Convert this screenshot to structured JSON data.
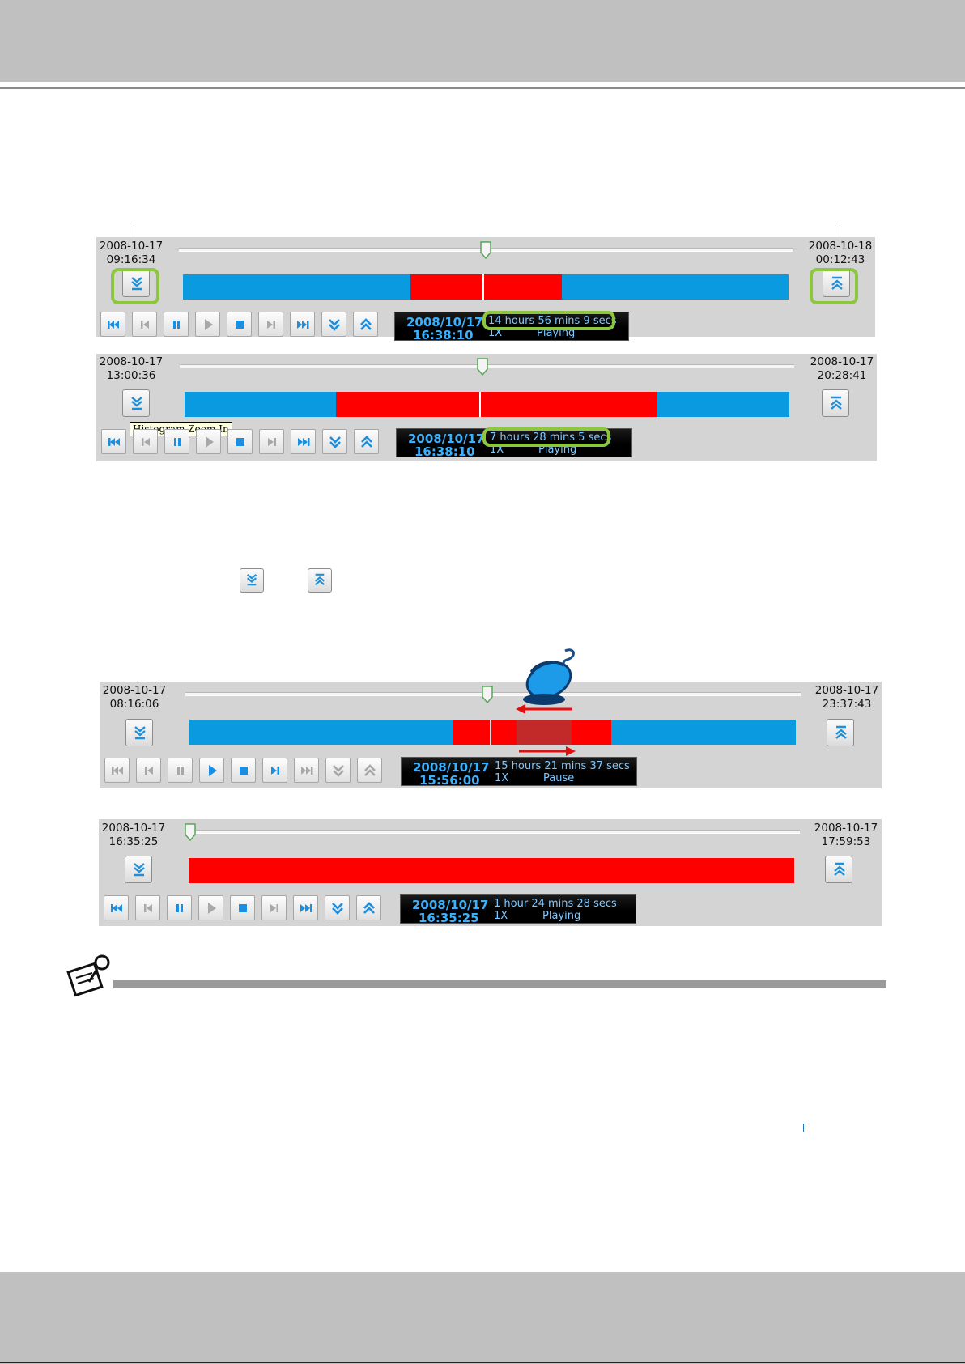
{
  "panels": [
    {
      "start_date": "2008-10-17",
      "start_time": "09:16:34",
      "end_date": "2008-10-18",
      "end_time": "00:12:43",
      "slider": 0.5,
      "segments": [
        [
          0.375,
          0.625
        ]
      ],
      "marker": 0.495,
      "display": {
        "date": "2008/10/17",
        "time": "16:38:10",
        "duration": "14 hours 56 mins 9 secs",
        "speed": "1X",
        "status": "Playing"
      },
      "controls_enabled": [
        true,
        false,
        true,
        false,
        true,
        false,
        true,
        true,
        true
      ]
    },
    {
      "start_date": "2008-10-17",
      "start_time": "13:00:36",
      "end_date": "2008-10-17",
      "end_time": "20:28:41",
      "slider": 0.493,
      "segments": [
        [
          0.25,
          0.78
        ]
      ],
      "marker": 0.487,
      "display": {
        "date": "2008/10/17",
        "time": "16:38:10",
        "duration": "7 hours 28 mins 5 secs",
        "speed": "1X",
        "status": "Playing"
      },
      "controls_enabled": [
        true,
        false,
        true,
        false,
        true,
        false,
        true,
        true,
        true
      ],
      "tooltip": "Histogram Zoom In"
    },
    {
      "start_date": "2008-10-17",
      "start_time": "08:16:06",
      "end_date": "2008-10-17",
      "end_time": "23:37:43",
      "slider": 0.49,
      "segments": [
        [
          0.435,
          0.695
        ]
      ],
      "selection": [
        0.54,
        0.63
      ],
      "marker": 0.495,
      "display": {
        "date": "2008/10/17",
        "time": "15:56:00",
        "duration": "15 hours 21 mins 37 secs",
        "speed": "1X",
        "status": "Pause"
      },
      "controls_enabled": [
        false,
        false,
        false,
        true,
        true,
        true,
        false,
        false,
        false
      ]
    },
    {
      "start_date": "2008-10-17",
      "start_time": "16:35:25",
      "end_date": "2008-10-17",
      "end_time": "17:59:53",
      "slider": 0.0,
      "segments": [
        [
          0.0,
          1.0
        ]
      ],
      "display": {
        "date": "2008/10/17",
        "time": "16:35:25",
        "duration": "1 hour 24 mins 28 secs",
        "speed": "1X",
        "status": "Playing"
      },
      "controls_enabled": [
        true,
        false,
        true,
        false,
        true,
        false,
        true,
        true,
        true
      ]
    }
  ],
  "controls": [
    "skip-to-start",
    "previous-frame",
    "pause",
    "play",
    "stop",
    "next-frame",
    "skip-to-end",
    "slower",
    "faster"
  ],
  "icons": {
    "zoom_in": "histogram-zoom-in-icon",
    "zoom_out": "histogram-zoom-out-icon",
    "mouse": "mouse-icon",
    "note": "note-icon"
  },
  "colors": {
    "recorded": "#0a9ae0",
    "event": "#ff0000",
    "selection": "#c22a2a",
    "highlight": "#8dc63f",
    "accent": "#3ab1ff"
  }
}
